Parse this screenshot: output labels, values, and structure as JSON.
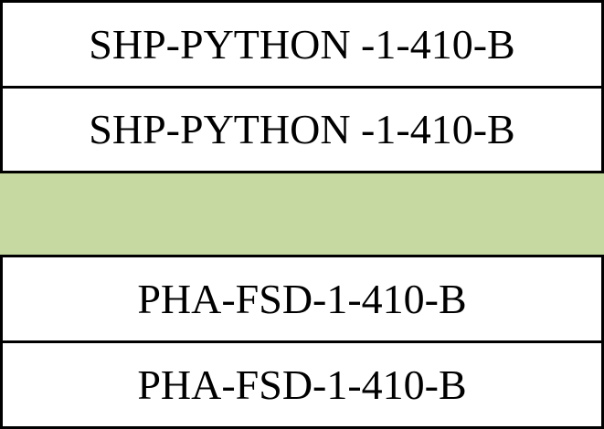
{
  "table": {
    "rows": [
      {
        "text": "SHP-PYTHON -1-410-B",
        "fill": "#ffffff"
      },
      {
        "text": "SHP-PYTHON -1-410-B",
        "fill": "#ffffff"
      },
      {
        "text": "",
        "fill": "#c5d9a0"
      },
      {
        "text": "PHA-FSD-1-410-B",
        "fill": "#ffffff"
      },
      {
        "text": "PHA-FSD-1-410-B",
        "fill": "#ffffff"
      }
    ]
  }
}
